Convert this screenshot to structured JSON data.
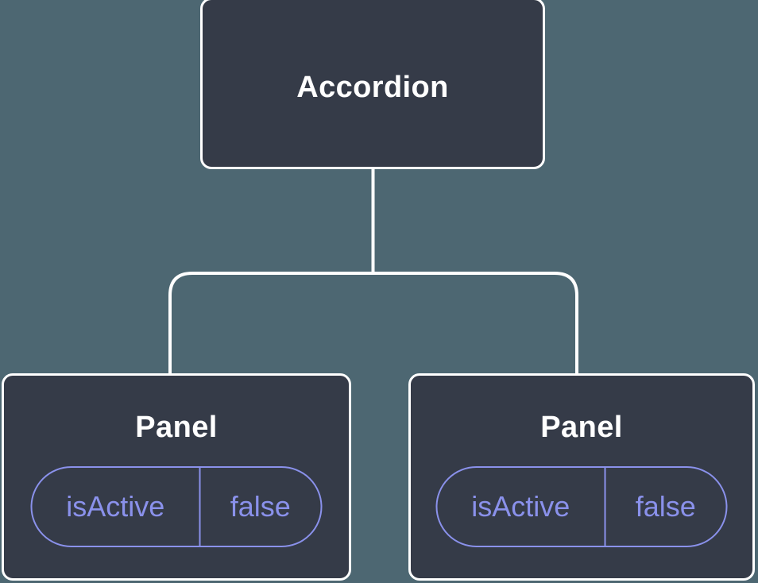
{
  "colors": {
    "background": "#4D6772",
    "node_fill": "#353B48",
    "node_border": "#FFFFFF",
    "connector": "#FFFFFF",
    "state_accent": "#8A91EB"
  },
  "tree": {
    "root": {
      "label": "Accordion"
    },
    "children": [
      {
        "label": "Panel",
        "state": {
          "key": "isActive",
          "value": "false"
        }
      },
      {
        "label": "Panel",
        "state": {
          "key": "isActive",
          "value": "false"
        }
      }
    ]
  }
}
